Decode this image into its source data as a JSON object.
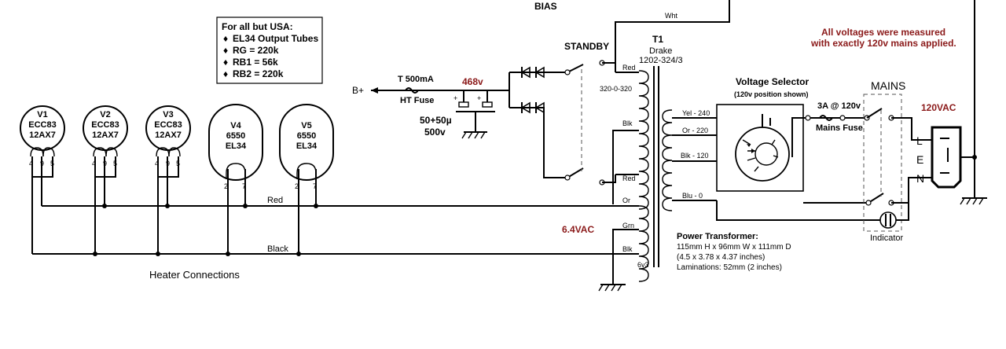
{
  "labels": {
    "bias": "BIAS",
    "wht": "Wht",
    "standby": "STANDBY",
    "t1": "T1",
    "drake": "Drake",
    "part_no": "1202-324/3",
    "red_top": "Red",
    "ct_320": "320-0-320",
    "blk_mid": "Blk",
    "red_mid": "Red",
    "or": "Or",
    "grn": "Grn",
    "blk_bot": "Blk",
    "v6v3": "6v3",
    "vac64": "6.4VAC",
    "bplus": "B+",
    "t500": "T 500mA",
    "htfuse": "HT Fuse",
    "v468": "468v",
    "cap": "50+50µ",
    "cap_v": "500v",
    "vsel_title": "Voltage Selector",
    "vsel_sub": "(120v position shown)",
    "yel240": "Yel - 240",
    "or220": "Or - 220",
    "blk120": "Blk - 120",
    "blu0": "Blu - 0",
    "fuse3a": "3A @ 120v",
    "mainsfuse": "Mains Fuse",
    "mains": "MAINS",
    "vac120": "120VAC",
    "L": "L",
    "E": "E",
    "N": "N",
    "indicator": "Indicator",
    "note1": "All voltages were measured",
    "note2": "with exactly 120v mains applied.",
    "red_wire": "Red",
    "black_wire": "Black",
    "heater": "Heater Connections"
  },
  "info_box": {
    "title": "For all but USA:",
    "items": [
      "EL34 Output Tubes",
      "RG = 220k",
      "RB1 = 56k",
      "RB2 = 220k"
    ]
  },
  "power_transformer": {
    "title": "Power Transformer:",
    "line1": "115mm H x 96mm W x 111mm D",
    "line2": "(4.5 x 3.78 x 4.37 inches)",
    "line3": "Laminations: 52mm (2 inches)"
  },
  "tubes": [
    {
      "name": "V1",
      "type1": "ECC83",
      "type2": "12AX7",
      "pins": [
        "4",
        "9",
        "5"
      ]
    },
    {
      "name": "V2",
      "type1": "ECC83",
      "type2": "12AX7",
      "pins": [
        "4",
        "9",
        "5"
      ]
    },
    {
      "name": "V3",
      "type1": "ECC83",
      "type2": "12AX7",
      "pins": [
        "4",
        "9",
        "5"
      ]
    },
    {
      "name": "V4",
      "type1": "6550",
      "type2": "EL34",
      "pins": [
        "2",
        "7"
      ]
    },
    {
      "name": "V5",
      "type1": "6550",
      "type2": "EL34",
      "pins": [
        "2",
        "7"
      ]
    }
  ]
}
